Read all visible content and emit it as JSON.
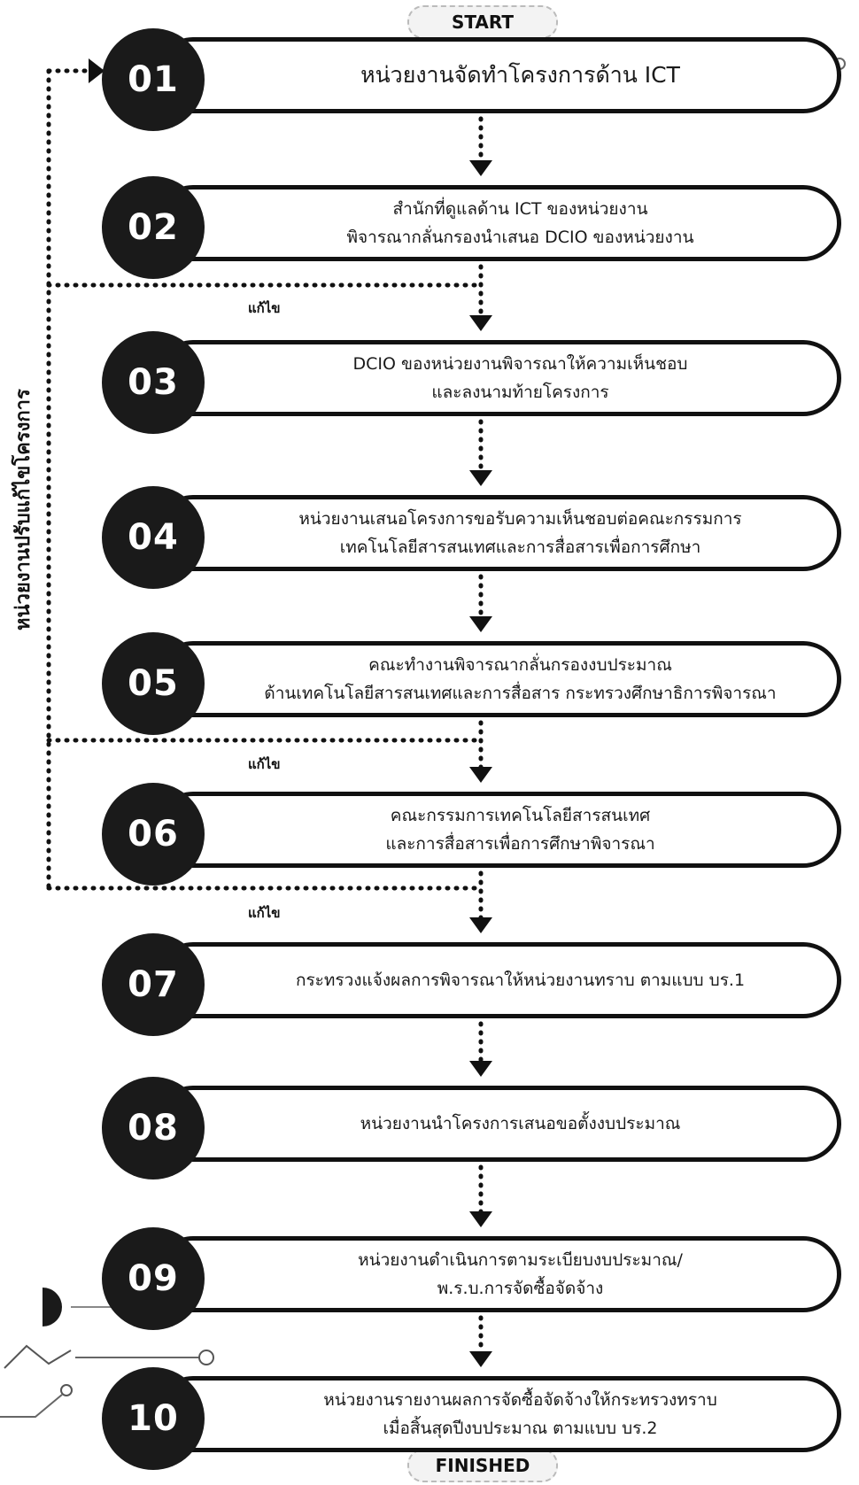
{
  "start_label": "START",
  "finish_label": "FINISHED",
  "side_label": "หน่วยงานปรับแก้ไขโครงการ",
  "fix_label": "แก้ไข",
  "steps": [
    {
      "num": "01",
      "lines": [
        "หน่วยงานจัดทำโครงการด้าน ICT"
      ]
    },
    {
      "num": "02",
      "lines": [
        "สำนักที่ดูแลด้าน ICT ของหน่วยงาน",
        "พิจารณากลั่นกรองนำเสนอ DCIO ของหน่วยงาน"
      ]
    },
    {
      "num": "03",
      "lines": [
        "DCIO ของหน่วยงานพิจารณาให้ความเห็นชอบ",
        "และลงนามท้ายโครงการ"
      ]
    },
    {
      "num": "04",
      "lines": [
        "หน่วยงานเสนอโครงการขอรับความเห็นชอบต่อคณะกรรมการ",
        "เทคโนโลยีสารสนเทศและการสื่อสารเพื่อการศึกษา"
      ]
    },
    {
      "num": "05",
      "lines": [
        "คณะทำงานพิจารณากลั่นกรองงบประมาณ",
        "ด้านเทคโนโลยีสารสนเทศและการสื่อสาร กระทรวงศึกษาธิการพิจารณา"
      ]
    },
    {
      "num": "06",
      "lines": [
        "คณะกรรมการเทคโนโลยีสารสนเทศ",
        "และการสื่อสารเพื่อการศึกษาพิจารณา"
      ]
    },
    {
      "num": "07",
      "lines": [
        "กระทรวงแจ้งผลการพิจารณาให้หน่วยงานทราบ ตามแบบ บร.1"
      ]
    },
    {
      "num": "08",
      "lines": [
        "หน่วยงานนำโครงการเสนอขอตั้งงบประมาณ"
      ]
    },
    {
      "num": "09",
      "lines": [
        "หน่วยงานดำเนินการตามระเบียบงบประมาณ/",
        "พ.ร.บ.การจัดซื้อจัดจ้าง"
      ]
    },
    {
      "num": "10",
      "lines": [
        "หน่วยงานรายงานผลการจัดซื้อจัดจ้างให้กระทรวงทราบ",
        "เมื่อสิ้นสุดปีงบประมาณ ตามแบบ บร.2"
      ]
    }
  ]
}
